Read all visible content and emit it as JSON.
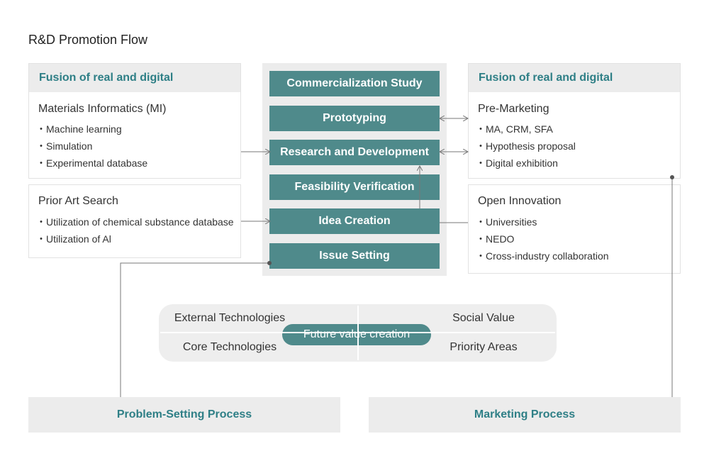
{
  "title": "R&D Promotion Flow",
  "left_panels": {
    "header": "Fusion of real and digital",
    "mi": {
      "title": "Materials Informatics (MI)",
      "items": [
        "Machine learning",
        "Simulation",
        "Experimental database"
      ]
    },
    "prior_art": {
      "title": "Prior Art Search",
      "items": [
        "Utilization of chemical substance database",
        "Utilization of Al"
      ]
    }
  },
  "steps": [
    "Commercialization Study",
    "Prototyping",
    "Research and Development",
    "Feasibility Verification",
    "Idea Creation",
    "Issue Setting"
  ],
  "right_panels": {
    "header": "Fusion of real and digital",
    "pre_marketing": {
      "title": "Pre-Marketing",
      "items": [
        "MA, CRM, SFA",
        "Hypothesis proposal",
        "Digital exhibition"
      ]
    },
    "open_innovation": {
      "title": "Open Innovation",
      "items": [
        "Universities",
        "NEDO",
        "Cross-industry collaboration"
      ]
    }
  },
  "value": {
    "top_left": "External Technologies",
    "bottom_left": "Core Technologies",
    "top_right": "Social Value",
    "bottom_right": "Priority Areas",
    "center": "Future value creation"
  },
  "processes": {
    "problem_setting": "Problem-Setting Process",
    "marketing": "Marketing Process"
  },
  "colors": {
    "accent": "#4f8a8b",
    "header_text": "#2e7f86",
    "panel_bg": "#ececec"
  }
}
